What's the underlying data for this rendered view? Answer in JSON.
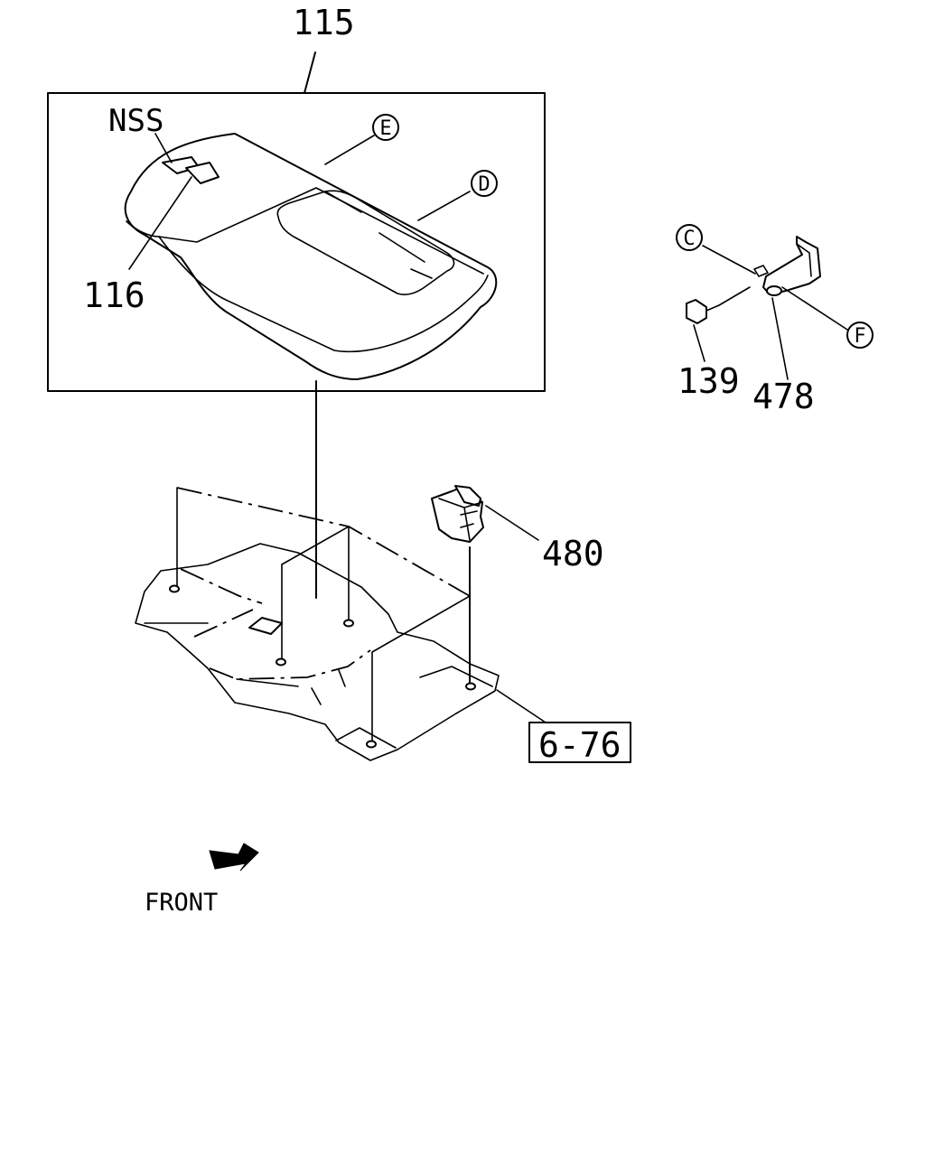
{
  "callouts": {
    "assembly": "115",
    "label_sheet_code": "NSS",
    "label_sheet": "116",
    "bolt": "139",
    "bracket": "478",
    "clip": "480",
    "reference": "6-76"
  },
  "circled_markers": {
    "e": "E",
    "d": "D",
    "c": "C",
    "f": "F"
  },
  "direction": {
    "label": "FRONT"
  }
}
